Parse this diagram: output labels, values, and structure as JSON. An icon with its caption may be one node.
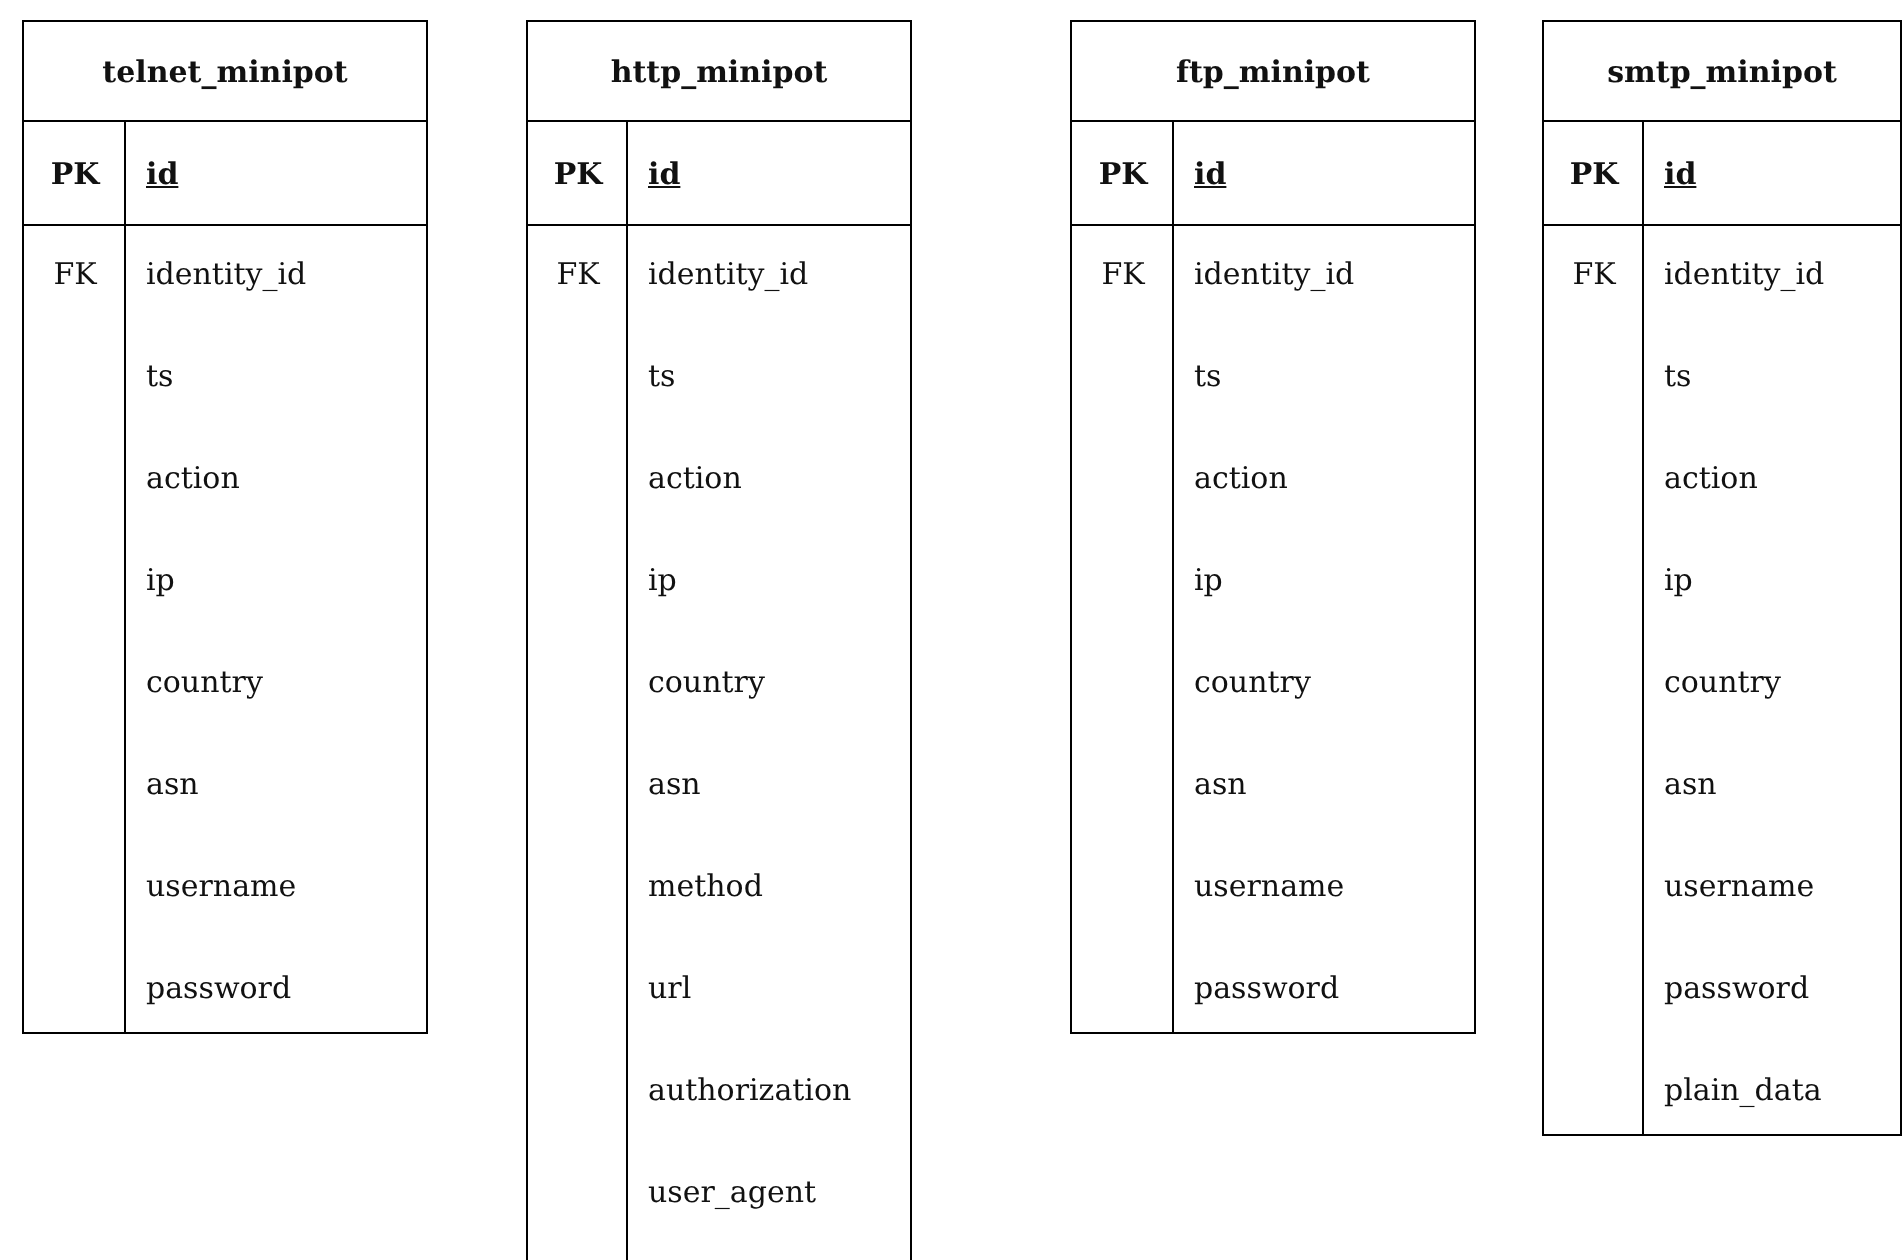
{
  "diagram": {
    "nodes": [
      {
        "text": [
          "telnet_minipot"
        ]
      },
      {
        "text": [
          "PK",
          "id"
        ],
        "in": 0
      },
      {
        "text": [
          "FK",
          "identity_id"
        ],
        "in": 0
      },
      {
        "text": [
          "ts"
        ],
        "in": 0
      },
      {
        "text": [
          "action"
        ],
        "in": 0
      },
      {
        "text": [
          "ip"
        ],
        "in": 0
      },
      {
        "text": [
          "country"
        ],
        "in": 0
      },
      {
        "text": [
          "asn"
        ],
        "in": 0
      },
      {
        "text": [
          "username"
        ],
        "in": 0
      },
      {
        "text": [
          "password"
        ],
        "in": 0
      },
      {
        "text": [
          "http_minipot"
        ]
      },
      {
        "text": [
          "PK",
          "id"
        ],
        "in": 10
      },
      {
        "text": [
          "FK",
          "identity_id"
        ],
        "in": 10
      },
      {
        "text": [
          "ts"
        ],
        "in": 10
      },
      {
        "text": [
          "action"
        ],
        "in": 10
      },
      {
        "text": [
          "ip"
        ],
        "in": 10
      },
      {
        "text": [
          "country"
        ],
        "in": 10
      },
      {
        "text": [
          "asn"
        ],
        "in": 10
      },
      {
        "text": [
          "method"
        ],
        "in": 10
      },
      {
        "text": [
          "url"
        ],
        "in": 10
      },
      {
        "text": [
          "authorization"
        ],
        "in": 10
      },
      {
        "text": [
          "user_agent"
        ],
        "in": 10
      },
      {
        "text": [
          "ftp_minipot"
        ]
      },
      {
        "text": [
          "PK",
          "id"
        ],
        "in": 22
      },
      {
        "text": [
          "FK",
          "identity_id"
        ],
        "in": 22
      },
      {
        "text": [
          "ts"
        ],
        "in": 22
      },
      {
        "text": [
          "action"
        ],
        "in": 22
      },
      {
        "text": [
          "ip"
        ],
        "in": 22
      },
      {
        "text": [
          "country"
        ],
        "in": 22
      },
      {
        "text": [
          "asn"
        ],
        "in": 22
      },
      {
        "text": [
          "username"
        ],
        "in": 22
      },
      {
        "text": [
          "password"
        ],
        "in": 22
      },
      {
        "text": [
          "smtp_minipot"
        ]
      },
      {
        "text": [
          "PK",
          "id"
        ],
        "in": 32
      },
      {
        "text": [
          "FK",
          "identity_id"
        ],
        "in": 32
      },
      {
        "text": [
          "ts"
        ],
        "in": 32
      },
      {
        "text": [
          "action"
        ],
        "in": 32
      },
      {
        "text": [
          "ip"
        ],
        "in": 32
      },
      {
        "text": [
          "country"
        ],
        "in": 32
      },
      {
        "text": [
          "asn"
        ],
        "in": 32
      },
      {
        "text": [
          "username"
        ],
        "in": 32
      },
      {
        "text": [
          "password"
        ],
        "in": 32
      },
      {
        "text": [
          "plain_data"
        ],
        "in": 32
      }
    ]
  }
}
